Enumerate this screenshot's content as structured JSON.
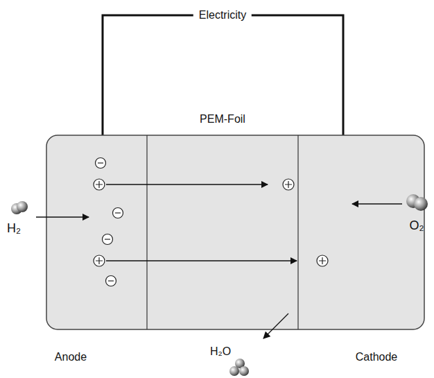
{
  "diagram": {
    "labels": [
      "Electricity",
      "PEM-Foil",
      "H₂",
      "O₂",
      "H₂O",
      "Anode",
      "Cathode"
    ]
  }
}
